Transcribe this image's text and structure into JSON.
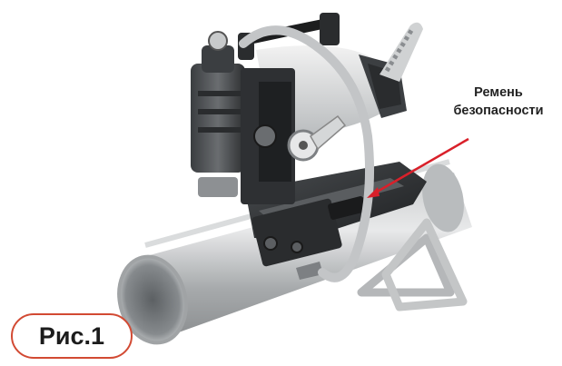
{
  "photo": {
    "subject": "pipe-beveling-machine",
    "callout": {
      "line1": "Ремень",
      "line2": "безопасности",
      "arrow_color": "#d9202a"
    },
    "figure_label": "Рис.1",
    "figure_label_border_color": "#d24a33"
  }
}
